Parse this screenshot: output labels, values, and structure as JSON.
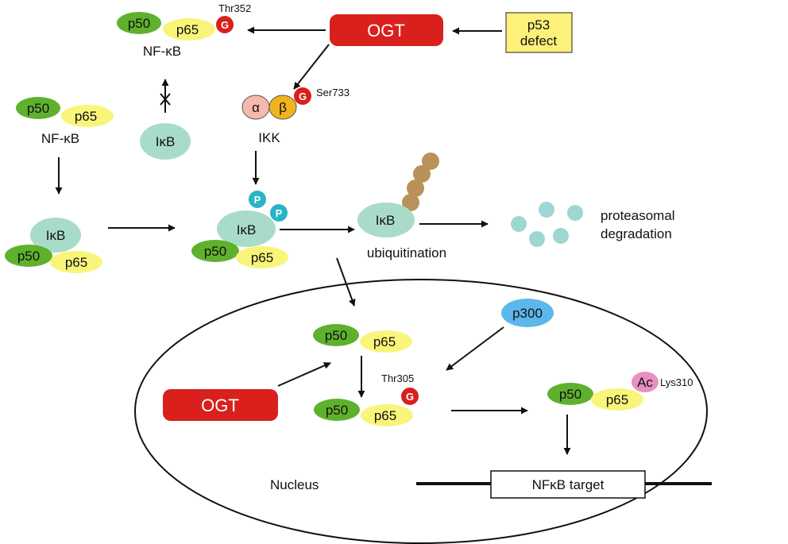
{
  "labels": {
    "p50": "p50",
    "p65": "p65",
    "nfkb": "NF-κB",
    "ikb": "IκB",
    "ogt": "OGT",
    "p53_line1": "p53",
    "p53_line2": "defect",
    "thr352": "Thr352",
    "ser733": "Ser733",
    "thr305": "Thr305",
    "lys310": "Lys310",
    "g": "G",
    "p": "P",
    "alpha": "α",
    "beta": "β",
    "ikk": "IKK",
    "ubiquitination": "ubiquitination",
    "proteasomal": "proteasomal",
    "degradation": "degradation",
    "p300": "p300",
    "ac": "Ac",
    "nucleus": "Nucleus",
    "nfkb_target": "NFκB target"
  },
  "colors": {
    "p50": "#5fb12d",
    "p65": "#f8f57a",
    "ikb": "#a9dcc8",
    "ogt": "#d9201c",
    "g_badge": "#d9201c",
    "p_badge": "#29b4c7",
    "p300": "#5bb8ea",
    "ac": "#e98fc1",
    "ubiquitin": "#b8925a",
    "fragment": "#9fd6d4",
    "ikk_alpha": "#f7b8b0",
    "ikk_beta": "#f1b41c",
    "p53_box": "#fdf17a"
  }
}
